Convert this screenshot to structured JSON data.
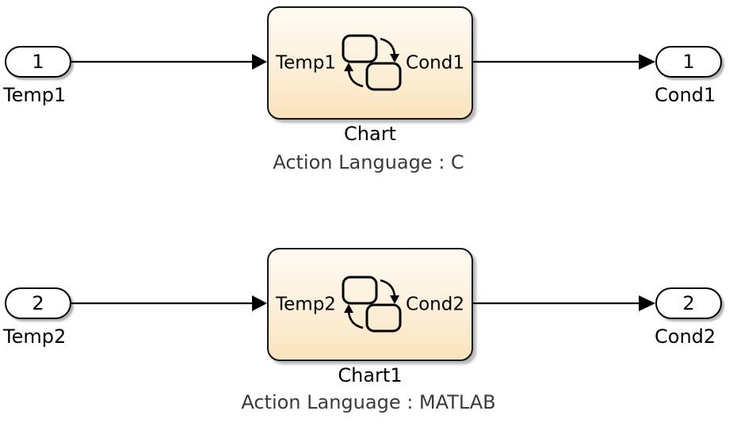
{
  "diagram": {
    "type": "simulink-stateflow-model",
    "background_color": "#ffffff",
    "rows": [
      {
        "id": "row-1",
        "input_port": {
          "number": "1",
          "label": "Temp1"
        },
        "chart": {
          "name": "Chart",
          "subtitle": "Action Language : C",
          "input_signal_label": "Temp1",
          "output_signal_label": "Cond1",
          "icon": "stateflow-two-state-cycle-icon",
          "fill_top_color": "#FEFAF2",
          "fill_bottom_color": "#FAE3BC",
          "border_color": "#141414"
        },
        "output_port": {
          "number": "1",
          "label": "Cond1"
        }
      },
      {
        "id": "row-2",
        "input_port": {
          "number": "2",
          "label": "Temp2"
        },
        "chart": {
          "name": "Chart1",
          "subtitle": "Action Language : MATLAB",
          "input_signal_label": "Temp2",
          "output_signal_label": "Cond2",
          "icon": "stateflow-two-state-cycle-icon",
          "fill_top_color": "#FEFAF2",
          "fill_bottom_color": "#FAE3BC",
          "border_color": "#141414"
        },
        "output_port": {
          "number": "2",
          "label": "Cond2"
        }
      }
    ],
    "signal_line_color": "#000000"
  }
}
